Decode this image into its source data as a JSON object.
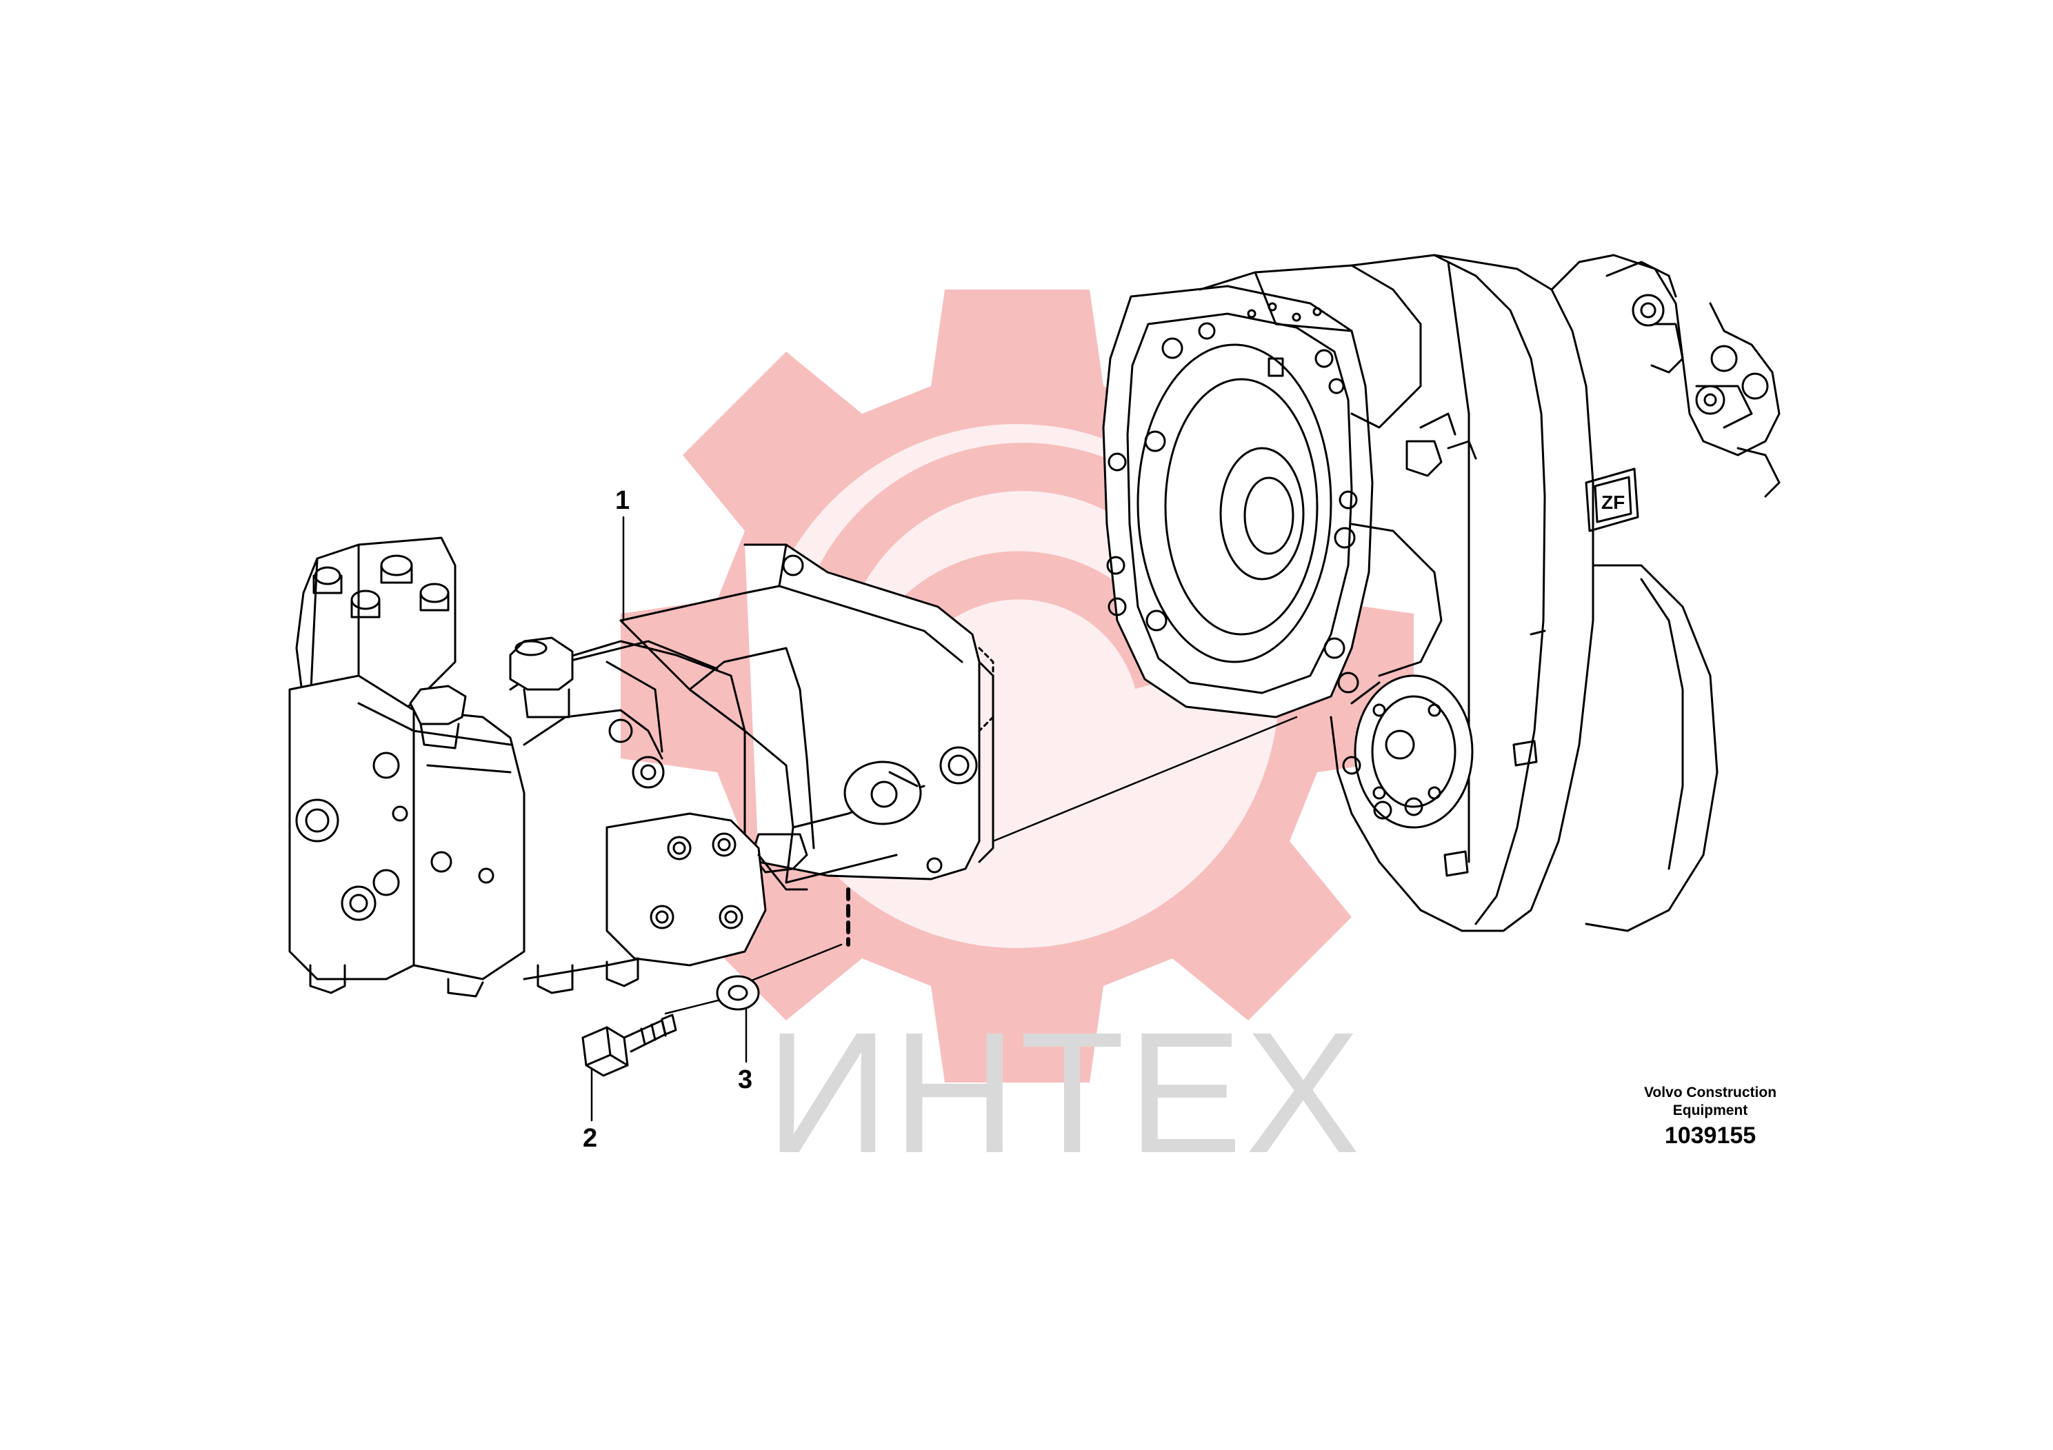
{
  "watermark": {
    "name": "ИНТЕХ",
    "gear_color": "#f6b3b3",
    "text_color": "#d9d9d9"
  },
  "callouts": [
    {
      "id": "1",
      "label": "1"
    },
    {
      "id": "2",
      "label": "2"
    },
    {
      "id": "3",
      "label": "3"
    }
  ],
  "title_block": {
    "maker_line1": "Volvo Construction",
    "maker_line2": "Equipment",
    "drawing_number": "1039155"
  },
  "colors": {
    "line": "#000000",
    "background": "#ffffff"
  },
  "icons": {
    "brand_logo": "zf-logo-icon"
  }
}
